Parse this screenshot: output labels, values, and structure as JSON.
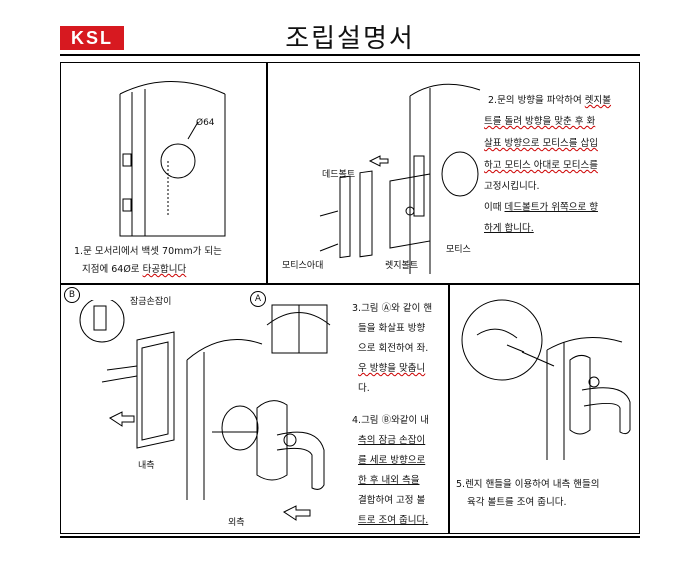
{
  "header": {
    "logo": "KSL",
    "title": "조립설명서"
  },
  "panel1": {
    "dim_label": "Ø64",
    "step_line1": "1.문 모서리에서 백셋 70mm가 되는",
    "step_line2_a": "지점에 64Ø로 ",
    "step_line2_b": "타공합니다"
  },
  "panel2": {
    "lines": [
      {
        "a": "2.문의 방향을 파악하여 ",
        "b": "렛지볼"
      },
      {
        "a": "",
        "b": "트를 돌려 방향을 맞춘 후 화"
      },
      {
        "a": "",
        "b": "살표 방향으로 모티스를 삽입"
      },
      {
        "a": "하고 모티스 아대로 모티스를",
        "b": ""
      },
      {
        "a": "고정시킵니다.",
        "b": ""
      },
      {
        "a": "이때 ",
        "b": "데드볼트가 위쪽으로 향"
      },
      {
        "a": "",
        "b": "하게 합니다."
      }
    ],
    "labels": {
      "deadbolt": "데드볼트",
      "mortise_cover": "모티스아대",
      "latch_bolt": "렛지볼트",
      "mortise": "모티스"
    }
  },
  "panel3": {
    "badge_a": "A",
    "badge_b": "B",
    "lock_knob_label": "잠금손잡이",
    "inner_label": "내측",
    "outer_label": "외측",
    "step3": [
      "3.그림 Ⓐ와 같이 핸",
      "들을 화살표 방향",
      "으로 회전하여 좌.",
      "우 방향을 맞춥니",
      "다."
    ],
    "step4": [
      "4.그림 Ⓑ와같이 내",
      "측의 잠금 손잡이",
      "를 세로 방향으로",
      "한 후 내외 측을",
      "결합하여 고정 볼",
      "트로 조여 줍니다."
    ]
  },
  "panel4": {
    "step5_line1": "5.렌지 핸들을 이용하여 내측 핸들의",
    "step5_line2": "육각 볼트를 조여 줍니다."
  }
}
